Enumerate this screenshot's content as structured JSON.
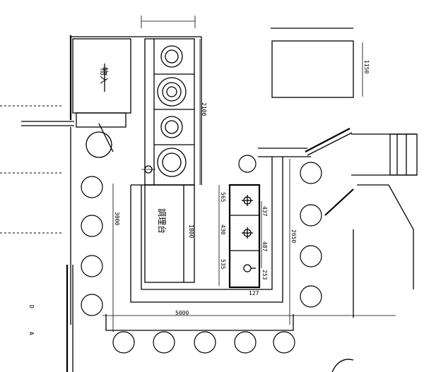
{
  "labels": {
    "prep_table": "調理台",
    "storage": "物入",
    "mark_d": "D",
    "mark_a": "A"
  },
  "dimensions": {
    "bottom_width": "5000",
    "left_height": "3000",
    "right_height": "2650",
    "stove_length": "2100",
    "top_right_box": "1150",
    "table_length": "1800",
    "sink_565": "565",
    "sink_430": "430",
    "sink_535": "535",
    "sink_437": "437",
    "sink_487": "487",
    "sink_253": "253",
    "sink_127": "127"
  }
}
